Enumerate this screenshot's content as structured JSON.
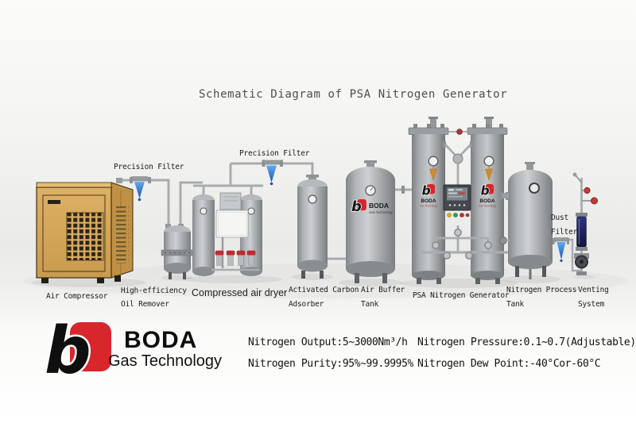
{
  "title": "Schematic Diagram of PSA Nitrogen Generator",
  "brand": {
    "mark_letter": "b",
    "name": "BODA",
    "tagline": "Gas Technology",
    "accent_red": "#d8262c"
  },
  "equipment_labels": {
    "air_compressor": "Air Compressor",
    "precision_filter_1": "Precision Filter",
    "oil_remover_line1": "High-efficiency",
    "oil_remover_line2": "Oil Remover",
    "compressed_air_dryer": "Compressed air dryer",
    "precision_filter_2": "Precision Filter",
    "adsorber_line1": "Activated Carbon",
    "adsorber_line2": "Adsorber",
    "buffer_line1": "Air Buffer",
    "buffer_line2": "Tank",
    "psa_generator": "PSA Nitrogen Generator",
    "process_tank_line1": "Nitrogen Process",
    "process_tank_line2": "Tank",
    "dust_filter_line1": "Dust",
    "dust_filter_line2": "Filter",
    "venting_line1": "Venting",
    "venting_line2": "System"
  },
  "specs": {
    "output": "Nitrogen Output:5~3000Nm³/h",
    "purity": "Nitrogen Purity:95%~99.9995%",
    "pressure": "Nitrogen Pressure:0.1~0.7(Adjustable)",
    "dew_point": "Nitrogen Dew Point:-40°Cor-60°C"
  },
  "colors": {
    "filter_blue": "#2f74d0",
    "tank_gray": "#b0b3b6",
    "compressor_tan": "#d9ab5e",
    "valve_red": "#c13a3a",
    "rotameter_navy": "#23276e"
  }
}
